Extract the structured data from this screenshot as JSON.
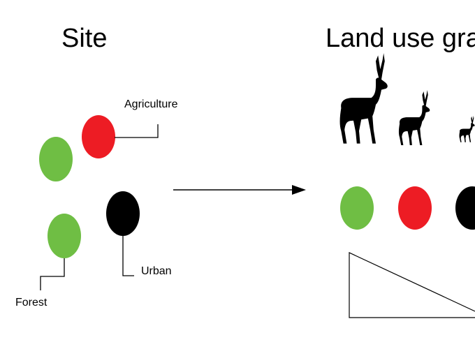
{
  "titles": {
    "site": "Site",
    "gradient": "Land use gra"
  },
  "labels": {
    "agriculture": "Agriculture",
    "urban": "Urban",
    "forest": "Forest"
  },
  "colors": {
    "forest": "#6fbe44",
    "agriculture": "#ed1c24",
    "urban": "#000000",
    "deer": "#000000"
  },
  "icons": {
    "deer": "deer-silhouette-icon",
    "arrow": "right-arrow-icon",
    "gradient": "triangle-gradient-icon"
  }
}
